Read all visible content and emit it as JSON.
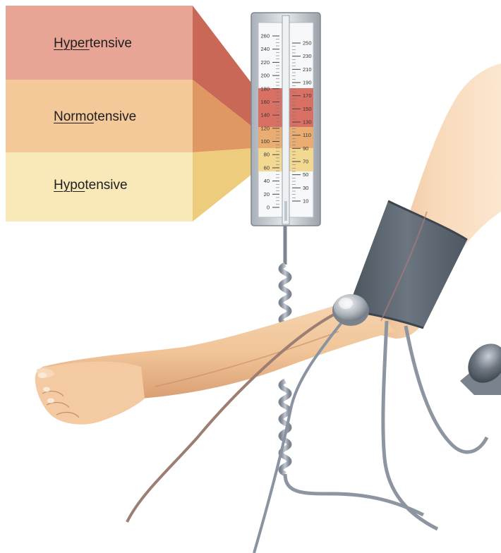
{
  "bands": [
    {
      "prefix": "Hyper",
      "suffix": "tensive",
      "color": "#e8a595",
      "wedge_color": "#c65b4a",
      "range": [
        130,
        180
      ]
    },
    {
      "prefix": "Normo",
      "suffix": "tensive",
      "color": "#f4c99a",
      "wedge_color": "#dd8f56",
      "range": [
        100,
        130
      ]
    },
    {
      "prefix": "Hypo",
      "suffix": "tensive",
      "color": "#f9e9b8",
      "wedge_color": "#ecc872",
      "range": [
        60,
        100
      ]
    }
  ],
  "gauge": {
    "left_scale": [
      "260",
      "240",
      "220",
      "200",
      "180",
      "160",
      "140",
      "120",
      "100",
      "80",
      "60",
      "40",
      "20",
      "0"
    ],
    "right_scale": [
      "250",
      "230",
      "210",
      "190",
      "170",
      "150",
      "130",
      "110",
      "90",
      "70",
      "50",
      "30",
      "10"
    ]
  },
  "colors": {
    "skin": "#f2c9a0",
    "cuff": "#5b6670",
    "tubing": "#9aa2ad"
  }
}
